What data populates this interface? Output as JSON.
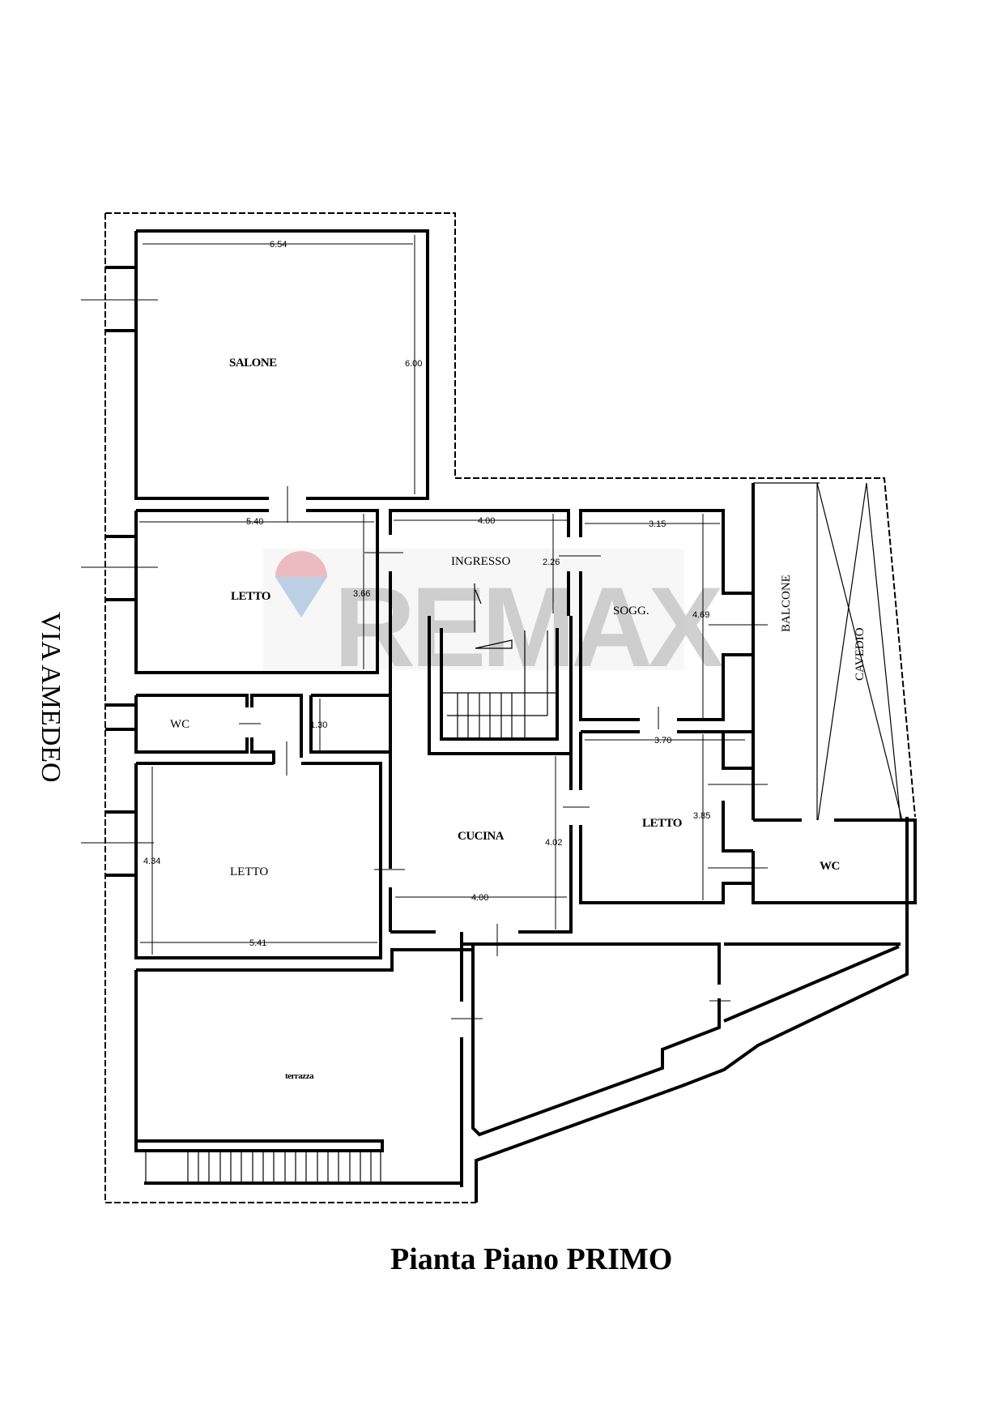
{
  "title": "Pianta Piano PRIMO",
  "street": "VIA AMEDEO",
  "watermark": {
    "text": "REMAX",
    "balloon_top": "#e8a7b0",
    "balloon_bottom": "#a9c2de",
    "text_color": "#c8c8c8"
  },
  "rooms": [
    {
      "name": "SALONE",
      "width": "6.54",
      "depth": "6.00"
    },
    {
      "name": "LETTO",
      "width": "5.40",
      "depth": "3.66"
    },
    {
      "name": "INGRESSO",
      "width": "4.00",
      "depth": "2.26"
    },
    {
      "name": "SOGG.",
      "width": "3.15",
      "depth": "4.69"
    },
    {
      "name": "BALCONE"
    },
    {
      "name": "CAVEDIO"
    },
    {
      "name": "WC",
      "depth": "1.30"
    },
    {
      "name": "LETTO",
      "width": "5.41",
      "depth": "4.34"
    },
    {
      "name": "CUCINA",
      "width": "4.00",
      "depth": "4.02"
    },
    {
      "name": "LETTO",
      "width": "3.70",
      "depth": "3.85"
    },
    {
      "name": "WC"
    },
    {
      "name": "terrazza"
    }
  ]
}
